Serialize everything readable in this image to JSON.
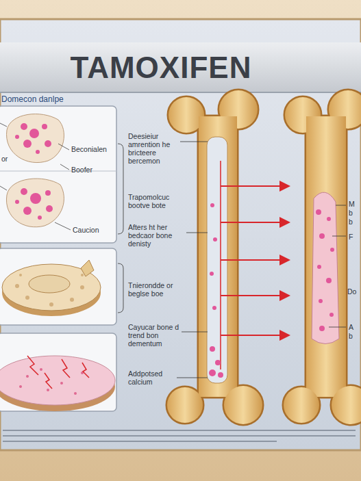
{
  "diagram": {
    "title": "TAMOXIFEN",
    "nodes": [
      {
        "text": [
          "Beconialen",
          "Boofer",
          "Caucion"
        ]
      }
    ],
    "labels": [
      "Domecon danlpe",
      "or",
      "Deesieiur amrention he bricteere bercemon",
      "Trapomolcuc bootve bote",
      "Afters ht her bedcaor bone denisty",
      "Tnierondde or beglse boe",
      "Cayucar bone d trend bon dementum",
      "Addpotsed calcium",
      "M",
      "b",
      "b",
      "F",
      "Do",
      "A",
      "b"
    ]
  }
}
